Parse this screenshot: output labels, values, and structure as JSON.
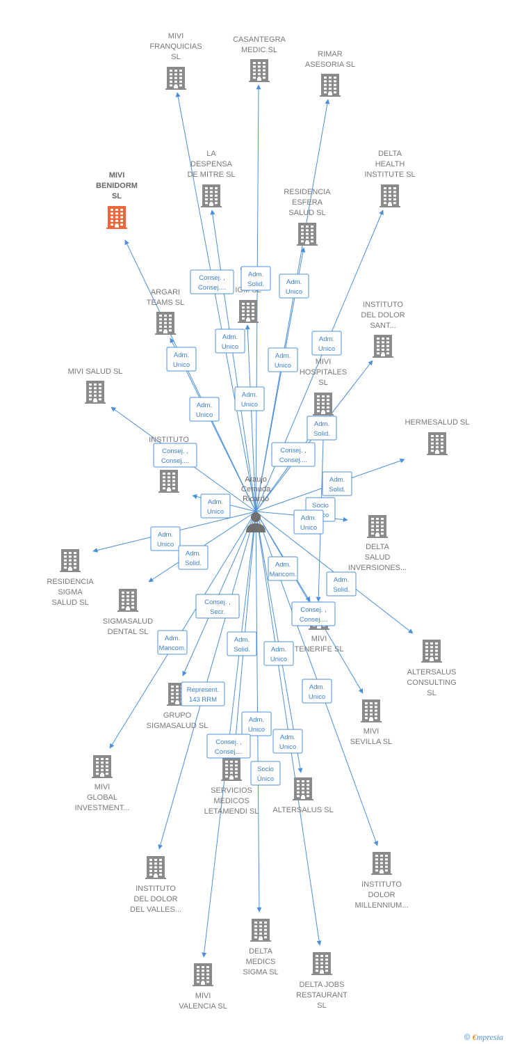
{
  "center": {
    "name_lines": [
      "Araujo",
      "Cernuda",
      "Ricardo"
    ]
  },
  "colors": {
    "edge": "#4a8fd8",
    "building": "#8a8a8a",
    "focus_building": "#f0653a",
    "person": "#707070"
  },
  "companies": [
    {
      "id": "mivi-franquicias",
      "lines": [
        "MIVI",
        "FRANQUICIAS",
        "SL"
      ]
    },
    {
      "id": "casantegra",
      "lines": [
        "CASANTEGRA",
        "MEDIC SL"
      ]
    },
    {
      "id": "rimar",
      "lines": [
        "RIMAR",
        "ASESORIA  SL"
      ]
    },
    {
      "id": "la-despensa",
      "lines": [
        "LA",
        "DESPENSA",
        "DE MITRE  SL"
      ]
    },
    {
      "id": "mivi-benidorm",
      "lines": [
        "MIVI",
        "BENIDORM",
        "SL"
      ],
      "focus": true
    },
    {
      "id": "delta-health",
      "lines": [
        "DELTA",
        "HEALTH",
        "INSTITUTE  SL"
      ]
    },
    {
      "id": "residencia-esfera",
      "lines": [
        "RESIDENCIA",
        "ESFERA",
        "SALUD SL"
      ]
    },
    {
      "id": "centro",
      "lines": [
        "CEN",
        "ME",
        "IGM  SL"
      ]
    },
    {
      "id": "argari",
      "lines": [
        "ARGARI",
        "TEAMS  SL"
      ]
    },
    {
      "id": "instituto-dolor-sant",
      "lines": [
        "INSTITUTO",
        "DEL DOLOR",
        "SANT..."
      ]
    },
    {
      "id": "mivi-salud",
      "lines": [
        "MIVI SALUD  SL"
      ]
    },
    {
      "id": "mivi-hospitales",
      "lines": [
        "MIVI",
        "HOSPITALES",
        "SL"
      ]
    },
    {
      "id": "hermesalud",
      "lines": [
        "HERMESALUD SL"
      ]
    },
    {
      "id": "instituto-el",
      "lines": [
        "INSTITUTO",
        "DE",
        "EL"
      ]
    },
    {
      "id": "residencia-sigma",
      "lines": [
        "RESIDENCIA",
        "SIGMA",
        "SALUD SL"
      ]
    },
    {
      "id": "delta-salud",
      "lines": [
        "DELTA",
        "SALUD",
        "INVERSIONES..."
      ]
    },
    {
      "id": "sigmasalud-dental",
      "lines": [
        "SIGMASALUD",
        "DENTAL SL"
      ]
    },
    {
      "id": "mivi-tenerife",
      "lines": [
        "MIVI",
        "TENERIFE  SL"
      ]
    },
    {
      "id": "altersalus-consulting",
      "lines": [
        "ALTERSALUS",
        "CONSULTING",
        "SL"
      ]
    },
    {
      "id": "grupo-sigmasalud",
      "lines": [
        "GRUPO",
        "SIGMASALUD SL"
      ]
    },
    {
      "id": "mivi-sevilla",
      "lines": [
        "MIVI",
        "SEVILLA  SL"
      ]
    },
    {
      "id": "mivi-global",
      "lines": [
        "MIVI",
        "GLOBAL",
        "INVESTMENT..."
      ]
    },
    {
      "id": "servicios-medicos",
      "lines": [
        "SERVICIOS",
        "MEDICOS",
        "LETAMENDI SL"
      ]
    },
    {
      "id": "altersalus",
      "lines": [
        "ALTERSALUS SL"
      ]
    },
    {
      "id": "instituto-valles",
      "lines": [
        "INSTITUTO",
        "DEL DOLOR",
        "DEL VALLES..."
      ]
    },
    {
      "id": "instituto-millennium",
      "lines": [
        "INSTITUTO",
        "DOLOR",
        "MILLENNIUM..."
      ]
    },
    {
      "id": "delta-medics",
      "lines": [
        "DELTA",
        "MEDICS",
        "SIGMA  SL"
      ]
    },
    {
      "id": "delta-jobs",
      "lines": [
        "DELTA JOBS",
        "RESTAURANT",
        "SL"
      ]
    },
    {
      "id": "mivi-valencia",
      "lines": [
        "MIVI",
        "VALENCIA  SL"
      ]
    }
  ],
  "relations": [
    {
      "lines": [
        "Consej. ,",
        "Consej...."
      ]
    },
    {
      "lines": [
        "Adm.",
        "Solid."
      ]
    },
    {
      "lines": [
        "Adm.",
        "Unico"
      ]
    },
    {
      "lines": [
        "Adm.",
        "Unico"
      ]
    },
    {
      "lines": [
        "Adm.",
        "Unico"
      ]
    },
    {
      "lines": [
        "Adm.",
        "Unico"
      ]
    },
    {
      "lines": [
        "Adm.",
        "Unico"
      ]
    },
    {
      "lines": [
        "Adm.",
        "Unico"
      ]
    },
    {
      "lines": [
        "Adm.",
        "Unico"
      ]
    },
    {
      "lines": [
        "Adm.",
        "Solid."
      ]
    },
    {
      "lines": [
        "Consej. ,",
        "Consej...."
      ]
    },
    {
      "lines": [
        "Consej. ,",
        "Consej...."
      ]
    },
    {
      "lines": [
        "Adm.",
        "Solid."
      ]
    },
    {
      "lines": [
        "Adm.",
        "Unico"
      ]
    },
    {
      "lines": [
        "Socio",
        "Único"
      ]
    },
    {
      "lines": [
        "Adm.",
        "Unico"
      ]
    },
    {
      "lines": [
        "Adm.",
        "Unico"
      ]
    },
    {
      "lines": [
        "Adm.",
        "Solid."
      ]
    },
    {
      "lines": [
        "Adm.",
        "Mancom."
      ]
    },
    {
      "lines": [
        "Adm.",
        "Solid."
      ]
    },
    {
      "lines": [
        "Consej. ,",
        "Secr."
      ]
    },
    {
      "lines": [
        "Consej. ,",
        "Consej...."
      ]
    },
    {
      "lines": [
        "Adm.",
        "Mancom."
      ]
    },
    {
      "lines": [
        "Adm.",
        "Solid."
      ]
    },
    {
      "lines": [
        "Adm.",
        "Unico"
      ]
    },
    {
      "lines": [
        "Adm.",
        "Unico"
      ]
    },
    {
      "lines": [
        "Represent.",
        "143 RRM"
      ]
    },
    {
      "lines": [
        "Adm.",
        "Unico"
      ]
    },
    {
      "lines": [
        "Consej. ,",
        "Consej...."
      ]
    },
    {
      "lines": [
        "Adm.",
        "Unico"
      ]
    },
    {
      "lines": [
        "Socio",
        "Único"
      ]
    }
  ],
  "footer": {
    "copyright": "©",
    "brand_initial": "€",
    "brand_rest": "mpresia"
  }
}
